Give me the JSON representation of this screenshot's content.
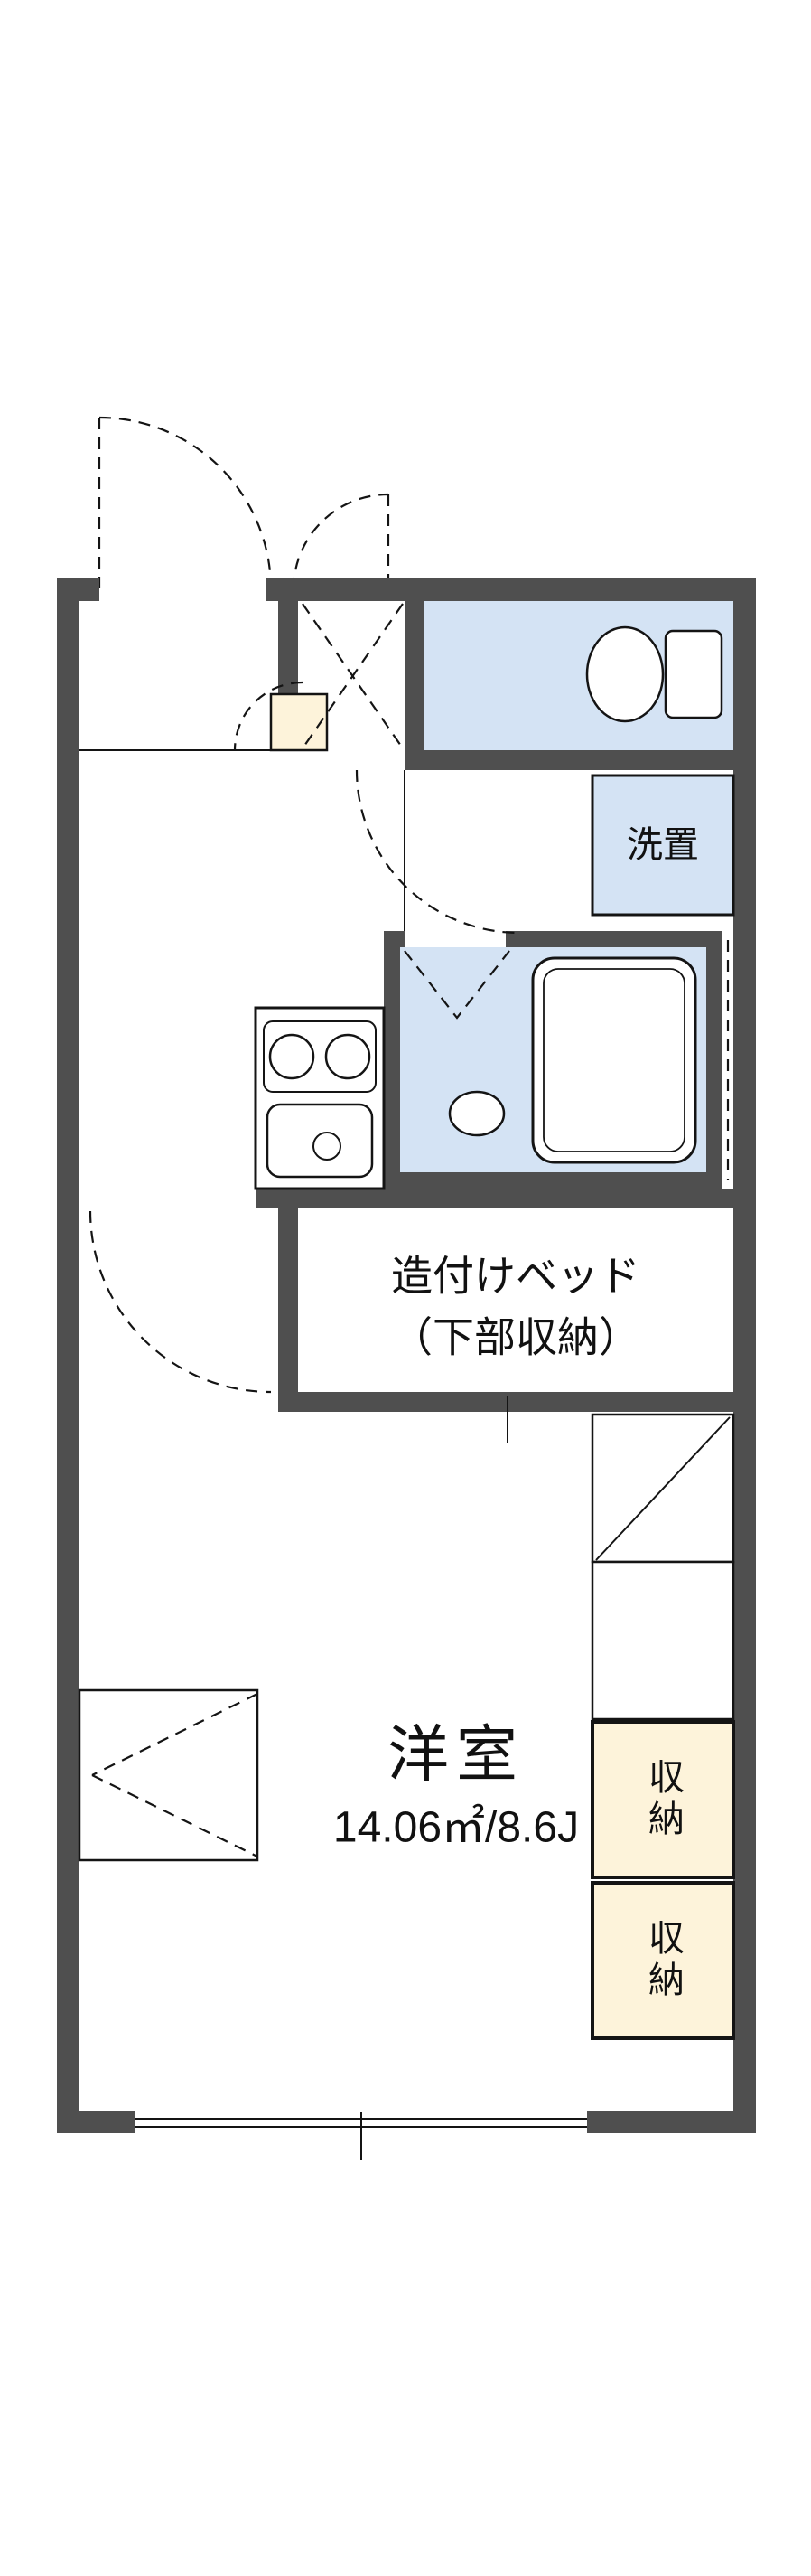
{
  "floorplan": {
    "washer_label": "洗置",
    "bed_label_line1": "造付けベッド",
    "bed_label_line2": "（下部収納）",
    "room_name": "洋室",
    "room_size": "14.06㎡/8.6J",
    "storage_labels": [
      "収納",
      "収納"
    ],
    "colors": {
      "wall": "#4f4f4f",
      "wet_area": "#d4e3f4",
      "storage": "#fdf3da",
      "line": "#141414",
      "background": "#ffffff"
    }
  }
}
